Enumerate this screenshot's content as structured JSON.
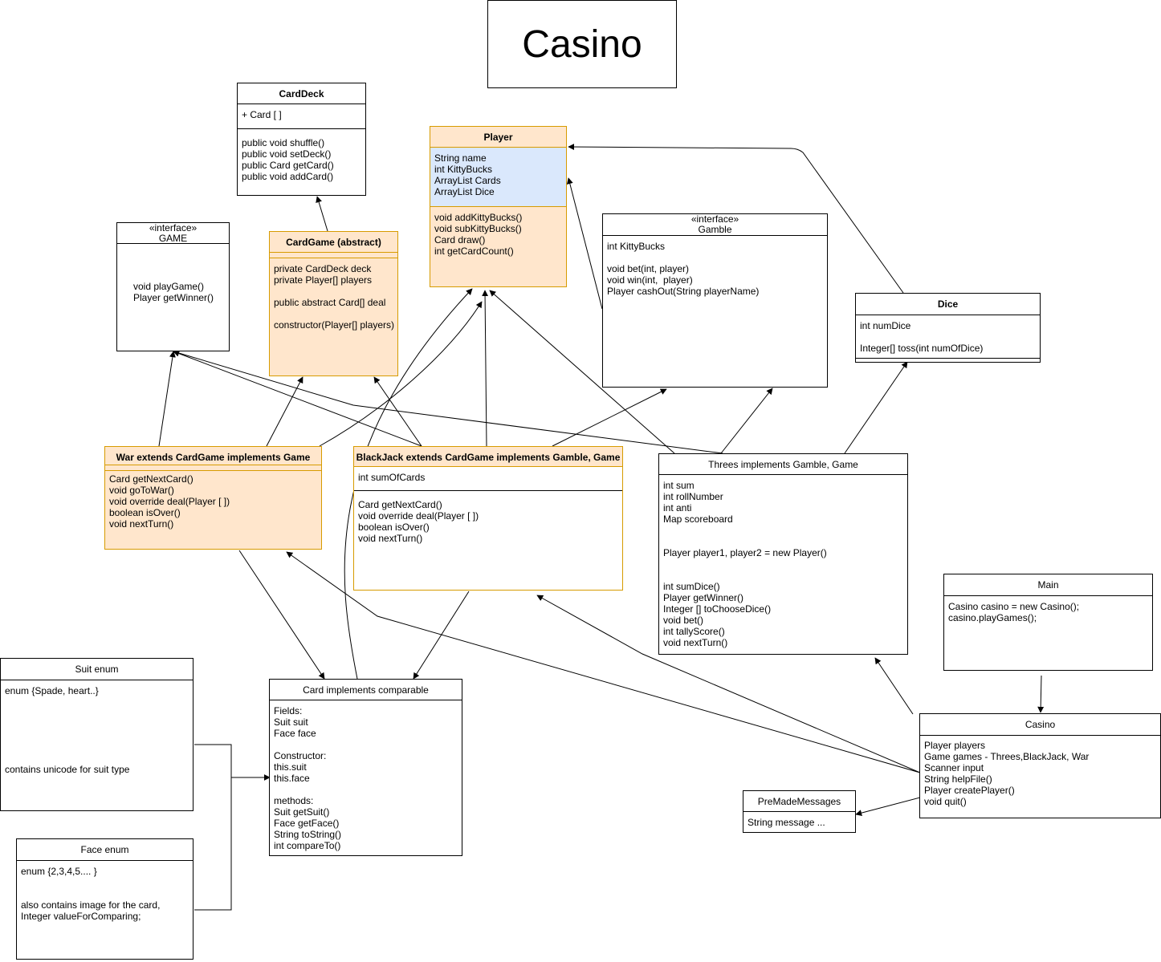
{
  "title": "Casino",
  "classes": {
    "carddeck": {
      "name": "CardDeck",
      "fields": [
        "+ Card [ ]"
      ],
      "methods": [
        "public void shuffle()",
        "public void setDeck()",
        "public Card getCard()",
        "public void addCard()"
      ]
    },
    "player": {
      "name": "Player",
      "fields": [
        "String name",
        "int KittyBucks",
        "ArrayList Cards",
        "ArrayList Dice"
      ],
      "methods": [
        "void addKittyBucks()",
        "void subKittyBucks()",
        "Card draw()",
        "int getCardCount()"
      ]
    },
    "game": {
      "stereotype": "«interface»",
      "name": "GAME",
      "methods": [
        "void playGame()",
        "Player getWinner()"
      ]
    },
    "cardgame": {
      "name": "CardGame (abstract)",
      "methods": [
        "private CardDeck deck",
        "private Player[] players",
        "",
        "public abstract Card[] deal",
        "",
        "constructor(Player[] players)"
      ]
    },
    "gamble": {
      "stereotype": "«interface»",
      "name": "Gamble",
      "members": [
        "int KittyBucks",
        "",
        "void bet(int, player)",
        "void win(int,  player)",
        "Player cashOut(String playerName)"
      ]
    },
    "dice": {
      "name": "Dice",
      "members": [
        "int numDice",
        "",
        "Integer[] toss(int numOfDice)"
      ]
    },
    "war": {
      "name": "War extends CardGame implements Game",
      "methods": [
        "Card getNextCard()",
        "void goToWar()",
        "void override deal(Player [ ])",
        "boolean isOver()",
        "void nextTurn()"
      ]
    },
    "blackjack": {
      "name": "BlackJack extends CardGame implements Gamble, Game",
      "fields": [
        "int sumOfCards"
      ],
      "methods": [
        "Card getNextCard()",
        "void override deal(Player [ ])",
        "boolean isOver()",
        "void nextTurn()"
      ]
    },
    "threes": {
      "name": "Threes implements Gamble, Game",
      "members": [
        "int sum",
        "int rollNumber",
        "int anti",
        "Map scoreboard",
        "",
        "",
        "Player player1, player2 = new Player()",
        "",
        "",
        "int sumDice()",
        "Player getWinner()",
        "Integer [] toChooseDice()",
        "void bet()",
        "int tallyScore()",
        "void nextTurn()"
      ]
    },
    "main": {
      "name": "Main",
      "members": [
        "Casino casino = new Casino();",
        "casino.playGames();"
      ]
    },
    "casino": {
      "name": "Casino",
      "members": [
        "Player players",
        "Game games - Threes,BlackJack, War",
        "Scanner input",
        "String helpFile()",
        "Player createPlayer()",
        "void quit()"
      ]
    },
    "premade": {
      "name": "PreMadeMessages",
      "members": [
        "String message ..."
      ]
    },
    "suit": {
      "name": "Suit enum",
      "members": [
        "enum {Spade, heart..}",
        "",
        "",
        "",
        "",
        "",
        "",
        "contains unicode for suit type"
      ]
    },
    "face": {
      "name": "Face enum",
      "members": [
        "enum {2,3,4,5.... }",
        "",
        "",
        "also contains image for the card,",
        "Integer valueForComparing;"
      ]
    },
    "card": {
      "name": "Card implements comparable",
      "members": [
        "Fields:",
        "Suit suit",
        "Face face",
        "",
        "Constructor:",
        "this.suit",
        "this.face",
        "",
        "methods:",
        "Suit getSuit()",
        "Face getFace()",
        "String toString()",
        "int compareTo()"
      ]
    }
  }
}
